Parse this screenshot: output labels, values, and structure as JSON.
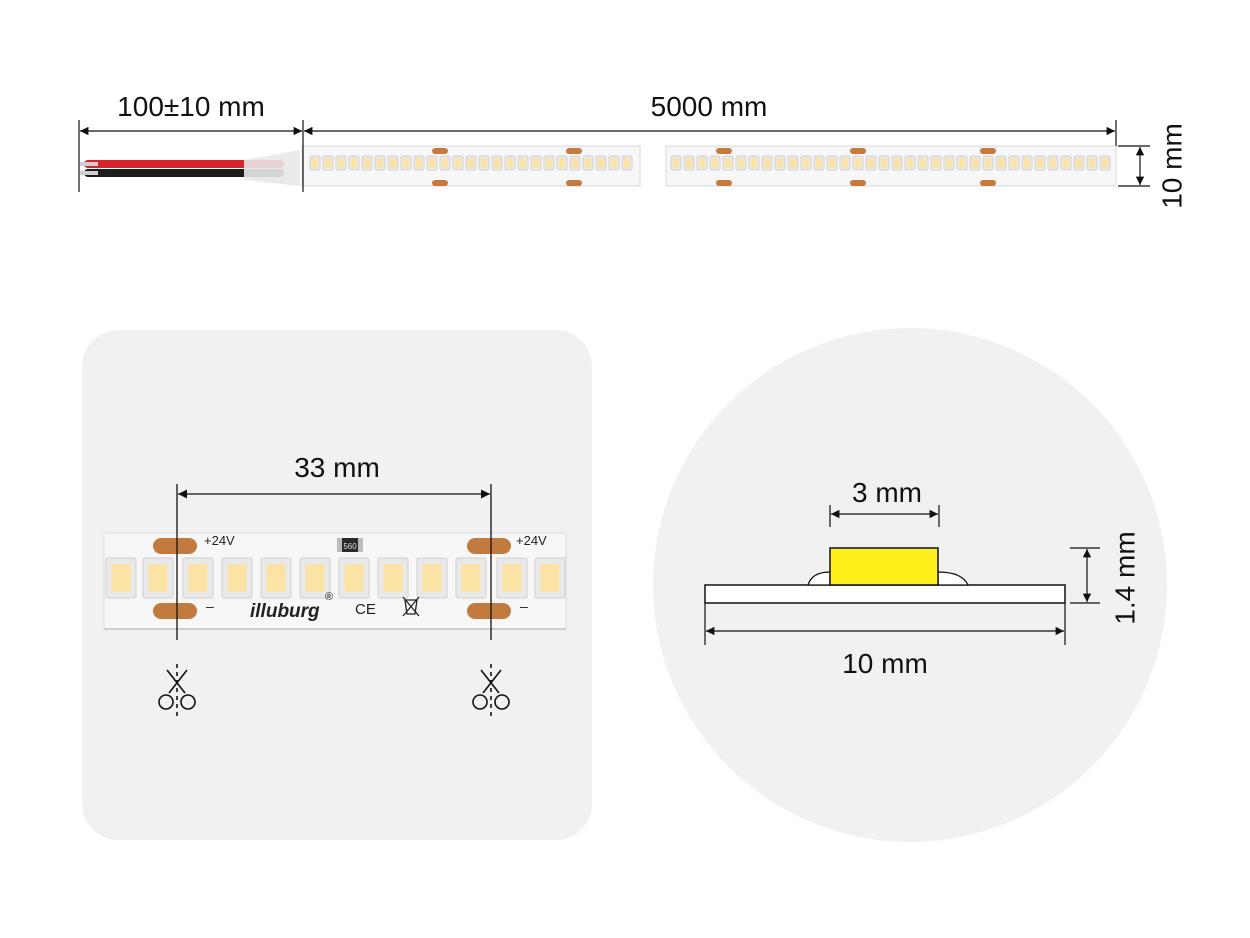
{
  "colors": {
    "background": "#ffffff",
    "panel": "#f1f1f1",
    "pcb": "#f7f7f7",
    "led_warm": "#fbe3a6",
    "led_cross_section": "#ffef1a",
    "copper_pad": "#c37a3f",
    "wire_red": "#d4232b",
    "wire_black": "#1e1e1e",
    "dimension_line": "#111111"
  },
  "dimensions": {
    "cable_length": "100±10 mm",
    "strip_length": "5000 mm",
    "strip_width": "10 mm",
    "cut_interval": "33 mm",
    "led_width": "3 mm",
    "strip_thickness": "1.4 mm",
    "section_width": "10 mm"
  },
  "strip_markings": {
    "voltage": "+24V",
    "negative": "–",
    "brand": "illuburg",
    "registered": "®",
    "ce": "CE",
    "resistor": "560"
  },
  "icons": {
    "cut_mark": "scissors-icon",
    "weee_mark": "crossed-bin-icon"
  }
}
